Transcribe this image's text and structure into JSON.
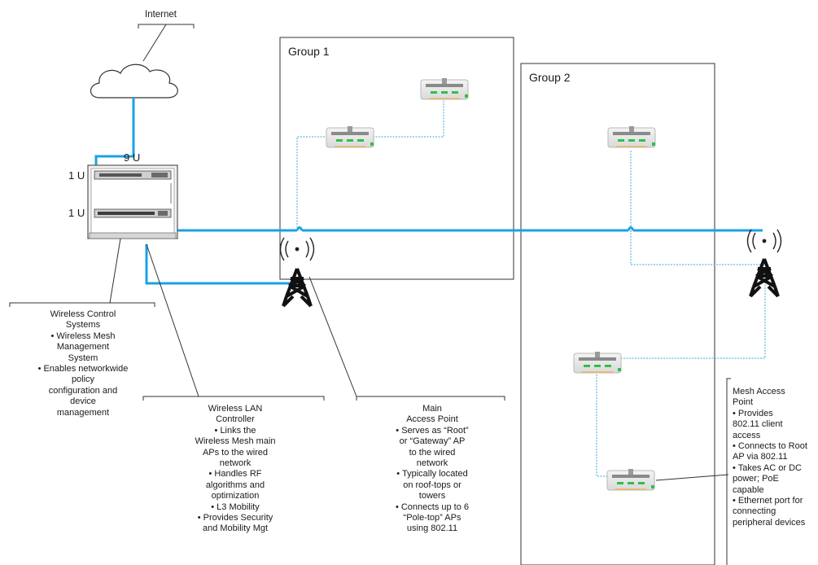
{
  "colors": {
    "wired_link": "#1ba1e2",
    "mesh_link": "#3aa9df",
    "outline": "#333333",
    "led": "#2fbf4a"
  },
  "internet": {
    "label": "Internet",
    "icon": "cloud-icon"
  },
  "rack": {
    "size_label": "9 U",
    "unit_labels": [
      "1 U",
      "1 U"
    ],
    "icon": "server-rack-icon"
  },
  "groups": [
    {
      "label": "Group 1"
    },
    {
      "label": "Group 2"
    }
  ],
  "towers": [
    {
      "name": "main-access-point-tower",
      "icon": "radio-tower-icon"
    },
    {
      "name": "group2-root-tower",
      "icon": "radio-tower-icon"
    }
  ],
  "access_points_icon": "mesh-access-point-icon",
  "notes": {
    "wcs": [
      "Wireless Control",
      "Systems",
      "• Wireless Mesh",
      "Management",
      "System",
      "• Enables networkwide",
      "policy",
      "configuration and",
      "device",
      "management"
    ],
    "wlc": [
      "Wireless LAN",
      "Controller",
      "• Links the",
      "Wireless Mesh main",
      "APs to the wired",
      "network",
      "• Handles RF",
      "algorithms and",
      "optimization",
      "• L3 Mobility",
      "• Provides Security",
      "and Mobility Mgt"
    ],
    "main_ap": [
      "Main",
      "Access Point",
      "• Serves as “Root”",
      "or “Gateway” AP",
      "to the wired",
      "network",
      "• Typically located",
      "on roof-tops or",
      "towers",
      "• Connects up to 6",
      "“Pole-top” APs",
      "using 802.11"
    ],
    "mesh_ap": [
      "Mesh Access",
      "Point",
      "• Provides",
      "802.11 client",
      "access",
      "• Connects to Root",
      "AP via 802.11",
      "• Takes AC or DC",
      "power; PoE",
      "capable",
      "• Ethernet port for",
      "connecting",
      "peripheral devices"
    ]
  }
}
